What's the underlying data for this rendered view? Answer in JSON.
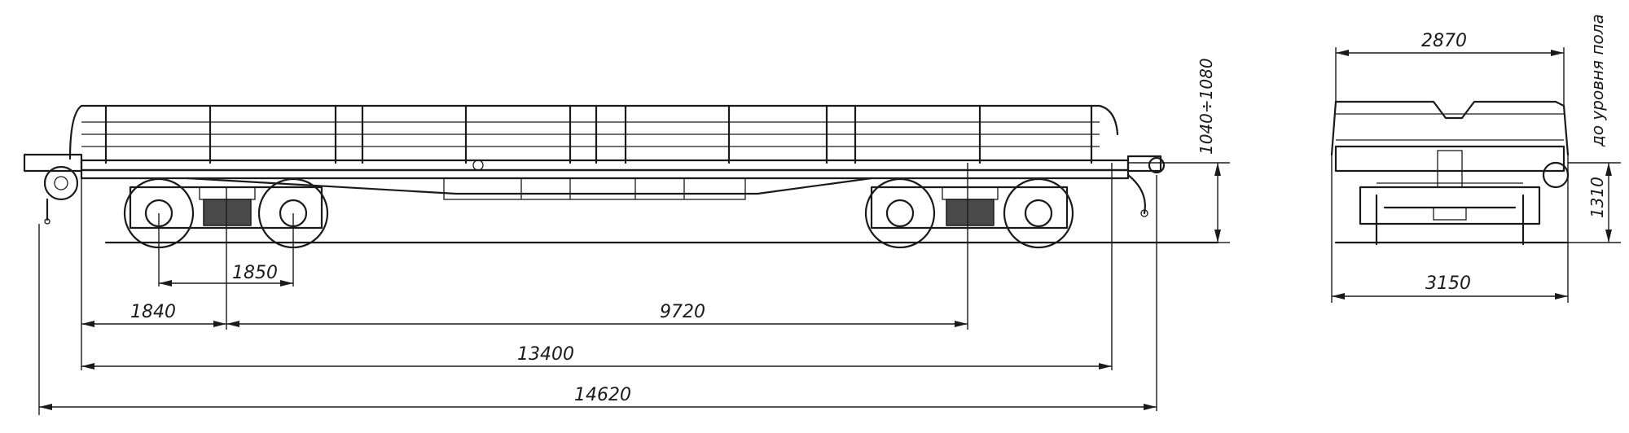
{
  "side_view": {
    "dimensions": {
      "bogie_base": "1850",
      "overhang": "1840",
      "bogie_centers": "9720",
      "frame_length": "13400",
      "coupler_length": "14620",
      "floor_height": "1040÷1080"
    }
  },
  "end_view": {
    "dimensions": {
      "width_top": "2870",
      "width_bottom": "3150",
      "height": "1310",
      "note": "до уровня пола"
    }
  }
}
